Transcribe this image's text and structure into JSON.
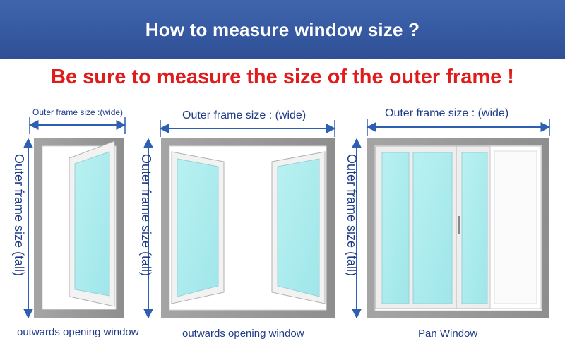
{
  "banner": {
    "title": "How to measure window size ?"
  },
  "warning": {
    "text": "Be sure to measure the size of the outer frame !"
  },
  "panels": [
    {
      "wide_label": "Outer frame size :(wide)",
      "tall_label": "Outer frame size  (tall)",
      "caption": "outwards opening window"
    },
    {
      "wide_label": "Outer frame size : (wide)",
      "tall_label": "Outer frame size  (tall)",
      "caption": "outwards opening window"
    },
    {
      "wide_label": "Outer frame size :   (wide)",
      "tall_label": "Outer frame size  (tall)",
      "caption": "Pan Window"
    }
  ],
  "colors": {
    "banner": "#3558a0",
    "warning": "#e01b1b",
    "label": "#1f3c88",
    "arrow": "#2f5fb3",
    "frame": "#9a9a9a",
    "glass": "#a8ecee"
  }
}
